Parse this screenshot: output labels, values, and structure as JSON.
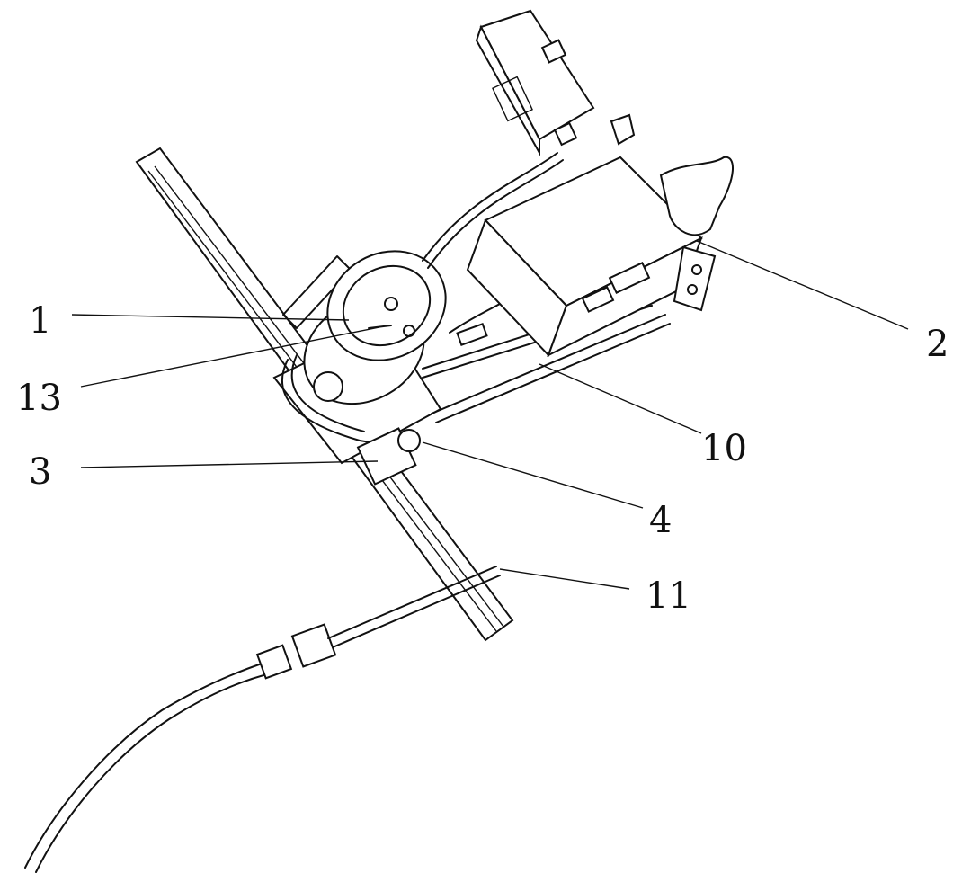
{
  "figure": {
    "labels": [
      {
        "id": "1",
        "text": "1"
      },
      {
        "id": "13",
        "text": "13"
      },
      {
        "id": "3",
        "text": "3"
      },
      {
        "id": "2",
        "text": "2"
      },
      {
        "id": "10",
        "text": "10"
      },
      {
        "id": "4",
        "text": "4"
      },
      {
        "id": "11",
        "text": "11"
      }
    ]
  }
}
